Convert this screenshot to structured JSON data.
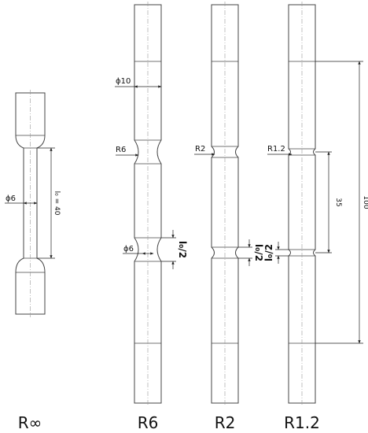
{
  "specimens": [
    {
      "key": "rinf",
      "label": "R∞"
    },
    {
      "key": "r6",
      "label": "R6"
    },
    {
      "key": "r2",
      "label": "R2"
    },
    {
      "key": "r12",
      "label": "R1.2"
    }
  ],
  "annotations": {
    "rinf_diameter": "ϕ6",
    "rinf_gauge_length": "l₀ = 40",
    "r6_diameter_10": "ϕ10",
    "r6_radius": "R6",
    "r6_diameter_6": "ϕ6",
    "r6_half_gauge": "l₀/2",
    "r2_radius": "R2",
    "r2_half_gauge": "l₀/2",
    "r12_radius": "R1.2",
    "r12_half_gauge": "l₀/2",
    "r12_dim_35": "35",
    "r12_dim_100": "100"
  },
  "colors": {
    "line": "#444444",
    "centerline": "#999999",
    "text": "#111111"
  }
}
